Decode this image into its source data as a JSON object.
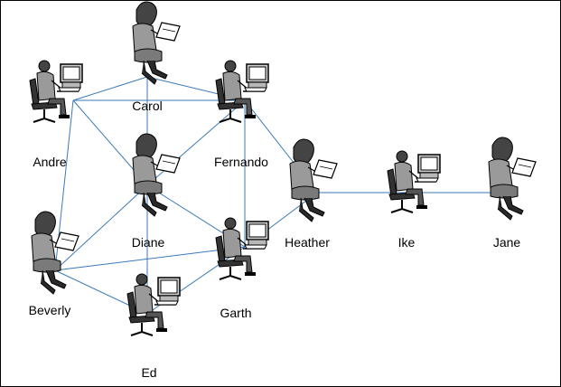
{
  "diagram": {
    "colors": {
      "edge": "#3b7ab8",
      "figure": "#9a9a9a",
      "figure_dark": "#5f5f5f",
      "outline": "#000000",
      "screen": "#b8b8b8",
      "background": "#ffffff"
    },
    "nodes": [
      {
        "id": "carol",
        "label": "Carol",
        "figure": "tablet-person-icon"
      },
      {
        "id": "andre",
        "label": "Andre",
        "figure": "computer-user-icon"
      },
      {
        "id": "fernando",
        "label": "Fernando",
        "figure": "computer-user-icon"
      },
      {
        "id": "diane",
        "label": "Diane",
        "figure": "tablet-person-icon"
      },
      {
        "id": "heather",
        "label": "Heather",
        "figure": "tablet-person-icon"
      },
      {
        "id": "ike",
        "label": "Ike",
        "figure": "computer-user-icon"
      },
      {
        "id": "jane",
        "label": "Jane",
        "figure": "tablet-person-icon"
      },
      {
        "id": "beverly",
        "label": "Beverly",
        "figure": "tablet-person-icon"
      },
      {
        "id": "garth",
        "label": "Garth",
        "figure": "computer-user-icon"
      },
      {
        "id": "ed",
        "label": "Ed",
        "figure": "computer-user-icon"
      }
    ],
    "edges": [
      [
        "andre",
        "carol"
      ],
      [
        "carol",
        "fernando"
      ],
      [
        "andre",
        "fernando"
      ],
      [
        "andre",
        "diane"
      ],
      [
        "carol",
        "diane"
      ],
      [
        "fernando",
        "diane"
      ],
      [
        "fernando",
        "heather"
      ],
      [
        "fernando",
        "garth"
      ],
      [
        "andre",
        "beverly"
      ],
      [
        "diane",
        "beverly"
      ],
      [
        "diane",
        "garth"
      ],
      [
        "diane",
        "ed"
      ],
      [
        "beverly",
        "garth"
      ],
      [
        "beverly",
        "ed"
      ],
      [
        "garth",
        "ed"
      ],
      [
        "garth",
        "heather"
      ],
      [
        "heather",
        "ike"
      ],
      [
        "ike",
        "jane"
      ]
    ]
  }
}
